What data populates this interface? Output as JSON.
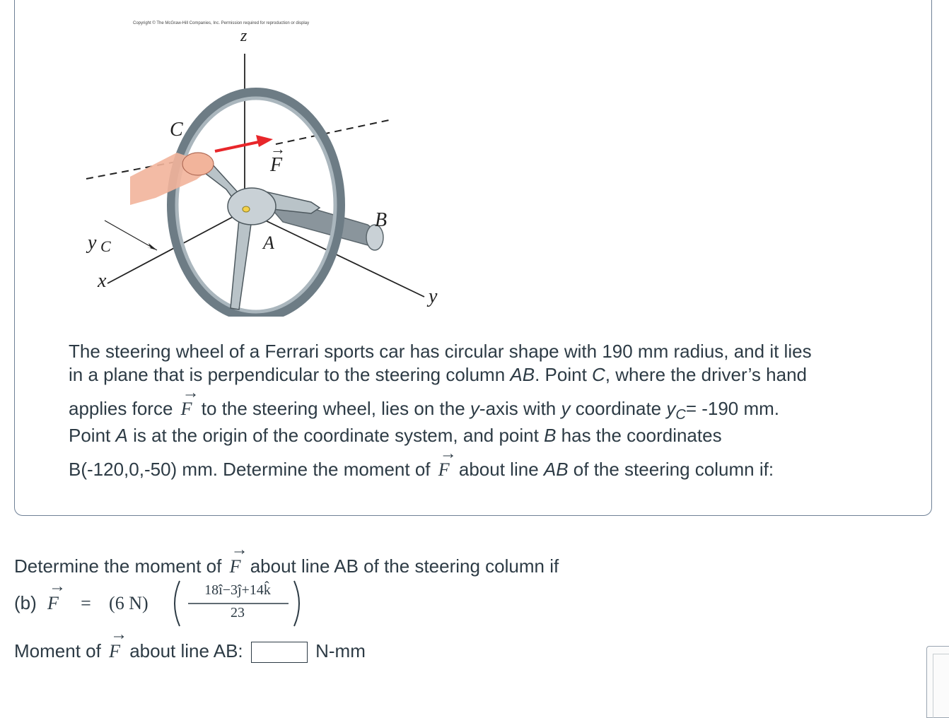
{
  "figure": {
    "copyright": "Copyright © The McGraw-Hill Companies, Inc. Permission required for reproduction or display",
    "labels": {
      "z": "z",
      "c": "C",
      "f": "F",
      "b": "B",
      "a": "A",
      "yc": "y",
      "yc_sub": "C",
      "x": "x",
      "y": "y"
    },
    "colors": {
      "wheel": "#6d7c85",
      "wheel_light": "#aab6bd",
      "force_arrow": "#e8262a",
      "hand": "#f2b49b",
      "hub": "#f4d14a"
    }
  },
  "problem": {
    "line1": "The steering wheel of a Ferrari sports car has circular shape with 190 mm radius, and it lies",
    "line2_a": "in a plane that is perpendicular to the steering column ",
    "line2_ab": "AB",
    "line2_b": ". Point ",
    "line2_c": "C",
    "line2_d": ", where the driver’s hand",
    "line3_a": "applies force",
    "line3_b": "to the steering wheel, lies on the ",
    "line3_y": "y",
    "line3_c": "-axis with ",
    "line3_y2": "y",
    "line3_d": " coordinate ",
    "line3_yc": "y",
    "line3_yc_sub": "C",
    "line3_e": "= -190 mm.",
    "line4_a": "Point ",
    "line4_A": "A",
    "line4_b": " is at the origin of the coordinate system, and point ",
    "line4_B": "B",
    "line4_c": " has the coordinates",
    "line5_a": "B(-120,0,-50) mm. Determine the moment of",
    "line5_b": "about line ",
    "line5_ab": "AB",
    "line5_c": " of the steering column if:"
  },
  "question": {
    "intro_a": "Determine the moment of",
    "intro_b": "about line AB of the steering column if",
    "part_label": "(b)",
    "equals": "=",
    "magnitude": "(6 N)",
    "numerator": "18î−3ĵ+14k̂",
    "denominator": "23",
    "answer_label_a": "Moment of",
    "answer_label_b": "about line AB:",
    "answer_value": "",
    "unit": "N-mm"
  },
  "symbols": {
    "force": "F",
    "arrow": "→"
  }
}
